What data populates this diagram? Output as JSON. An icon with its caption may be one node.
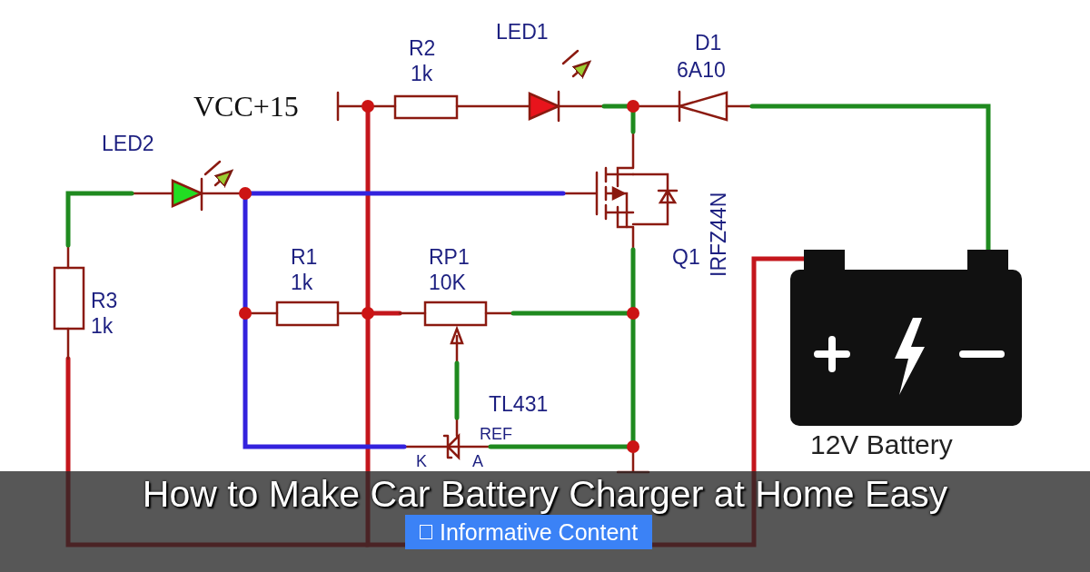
{
  "diagram": {
    "title": "How to Make Car Battery Charger at Home Easy",
    "labels": [
      "LED1",
      "R2",
      "1k",
      "D1",
      "6A10",
      "VCC+15",
      "LED2",
      "IRFZ44N",
      "R1",
      "1k",
      "RP1",
      "10K",
      "Q1",
      "R3",
      "1k",
      "TL431",
      "REF",
      "K",
      "A",
      "12V Battery",
      "Informative Content"
    ]
  }
}
